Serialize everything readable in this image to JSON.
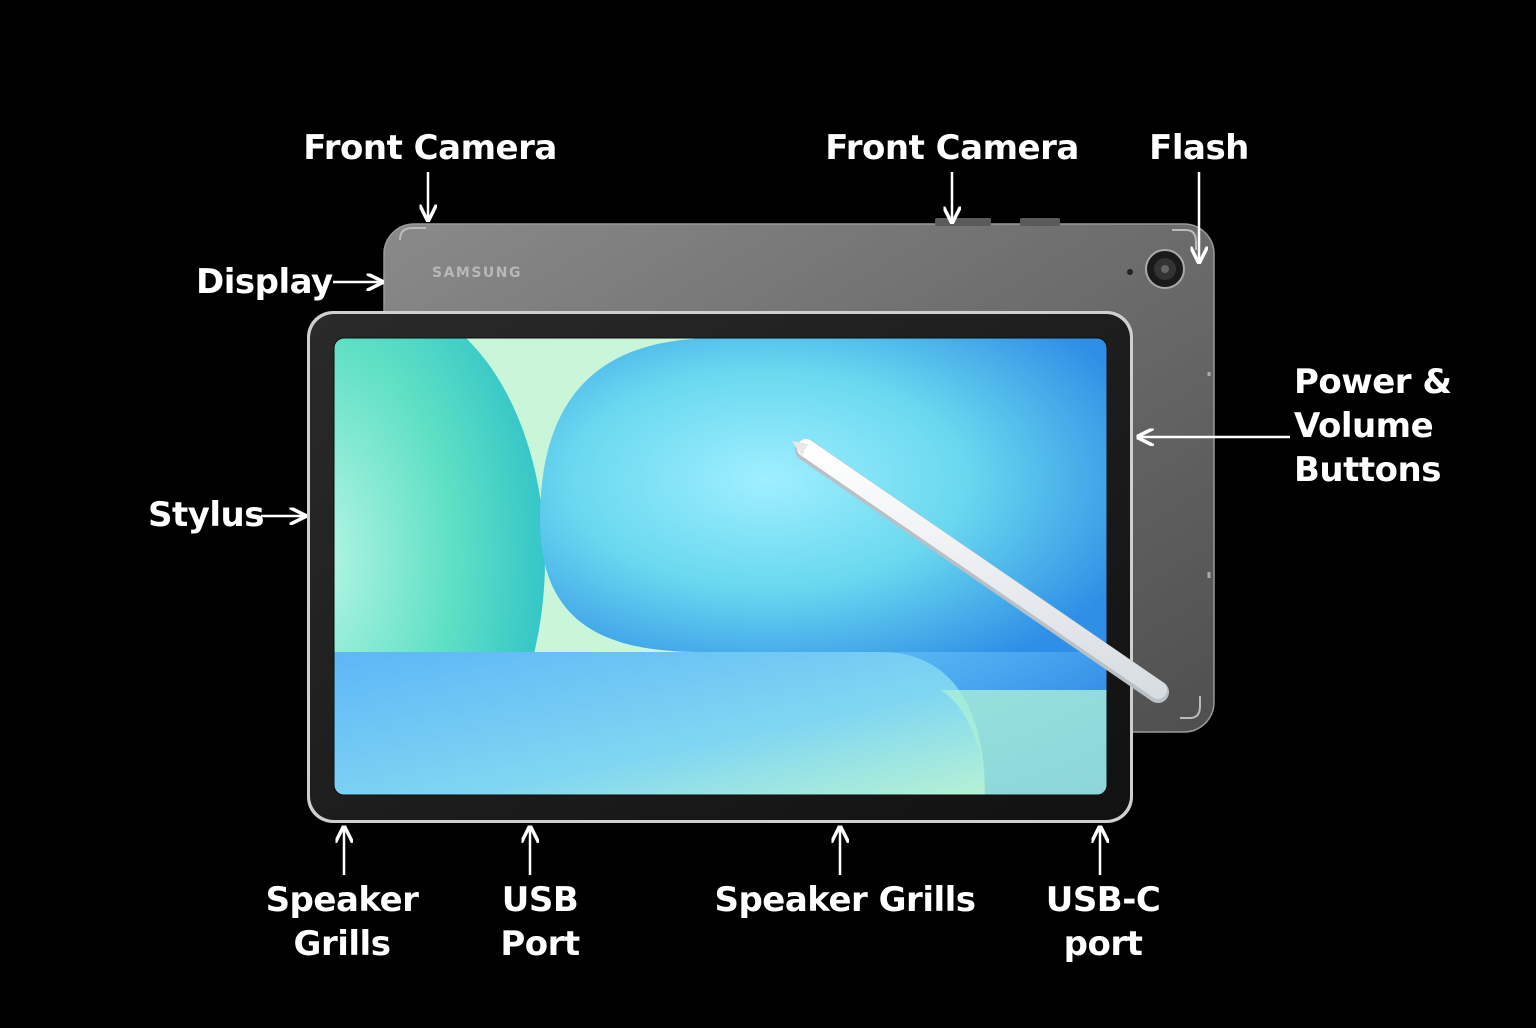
{
  "labels": {
    "front_camera_left": "Front Camera",
    "front_camera_right": "Front Camera",
    "flash": "Flash",
    "display": "Display",
    "stylus": "Stylus",
    "power_volume": [
      "Power &",
      "Volume",
      "Buttons"
    ],
    "speaker_grills_left": [
      "Speaker",
      "Grills"
    ],
    "usb_port": [
      "USB",
      "Port"
    ],
    "speaker_grills_center": "Speaker Grills",
    "usb_c_port": [
      "USB-C",
      "port"
    ]
  },
  "device": {
    "brand_text": "SAMSUNG"
  },
  "colors": {
    "background": "#000000",
    "label": "#ffffff",
    "back_panel": "#6b6b6b",
    "screen_blue": "#2b7de0",
    "screen_teal": "#3fdcc8",
    "stylus": "#f2f2f2"
  }
}
